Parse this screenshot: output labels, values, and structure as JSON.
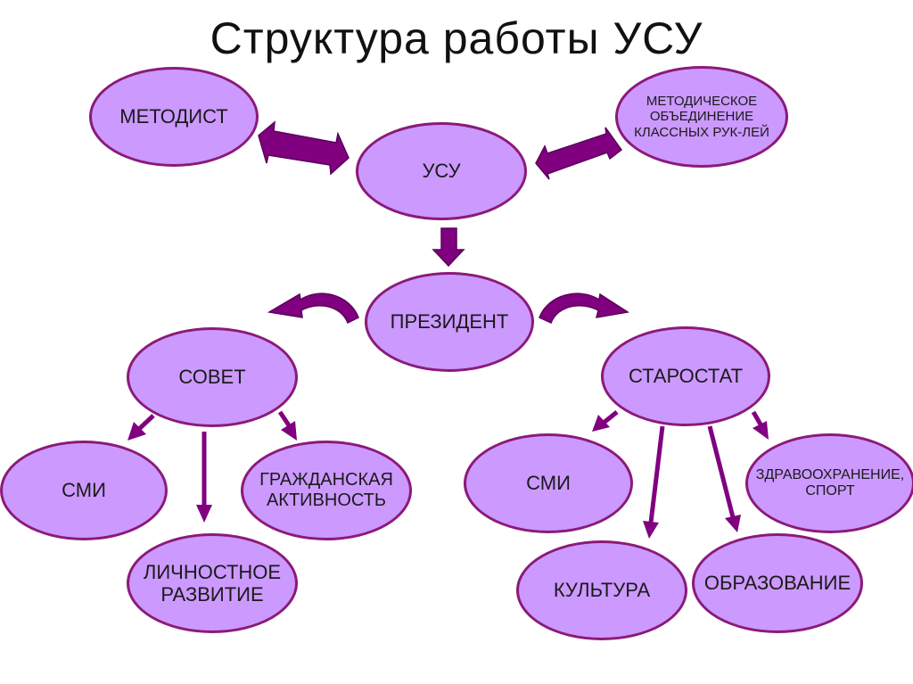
{
  "title": "Структура работы УСУ",
  "colors": {
    "node_fill": "#cc99ff",
    "node_border": "#8b1a78",
    "arrow_fill": "#800080",
    "arrow_stroke": "#5a005a"
  },
  "nodes": {
    "metodist": "МЕТОДИСТ",
    "metod_ob": "МЕТОДИЧЕСКОЕ\nОБЪЕДИНЕНИЕ\nКЛАССНЫХ РУК-ЛЕЙ",
    "usu": "УСУ",
    "president": "ПРЕЗИДЕНТ",
    "sovet": "СОВЕТ",
    "starostat": "СТАРОСТАТ",
    "smi_left": "СМИ",
    "grazhd": "ГРАЖДАНСКАЯ\nАКТИВНОСТЬ",
    "lichnost": "ЛИЧНОСТНОЕ\nРАЗВИТИЕ",
    "smi_right": "СМИ",
    "zdrav": "ЗДРАВООХРАНЕНИЕ,\nСПОРТ",
    "kultura": "КУЛЬТУРА",
    "obrazov": "ОБРАЗОВАНИЕ"
  }
}
